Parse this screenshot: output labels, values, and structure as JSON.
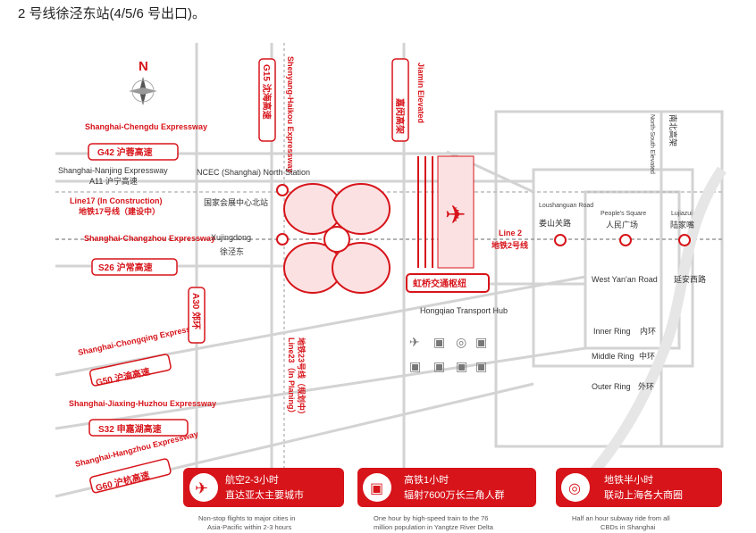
{
  "caption": "2 号线徐泾东站(4/5/6 号出口)。",
  "north": "N",
  "roads": {
    "g42_en": "Shanghai-Chengdu Expressway",
    "g42_badge": "G42 沪蓉高速",
    "a11_en": "Shanghai-Nanjing Expressway",
    "a11_cn": "A11 沪宁高速",
    "line17_en": "Line17 (In Construction)",
    "line17_cn": "地铁17号线（建设中）",
    "s26_en": "Shanghai-Changzhou Expressway",
    "s26_badge": "S26 沪常高速",
    "g50_en": "Shanghai-Chongqing Expressway",
    "g50_badge": "G50 沪渝高速",
    "s32_en": "Shanghai-Jiaxing-Huzhou Expressway",
    "s32_badge": "S32 申嘉湖高速",
    "g60_en": "Shanghai-Hangzhou Expressway",
    "g60_badge": "G60 沪杭高速",
    "a30": "A30 郊环",
    "g15": "G15 沈海高速",
    "g15_en": "Shenyang-Haikou Expressway",
    "line23": "Line23（In Planing）",
    "line23_cn": "地铁23号线（规划中）",
    "jiamin_en": "Jiamin Elevated",
    "jiamin_cn": "嘉闵高架",
    "ns_en": "North-South Elevated",
    "ns_cn": "南北高架",
    "line2_en": "Line 2",
    "line2_cn": "地铁2号线",
    "west_yanan_en": "West Yan'an Road",
    "west_yanan_cn": "延安西路",
    "inner_en": "Inner Ring",
    "inner_cn": "内环",
    "middle_en": "Middle Ring",
    "middle_cn": "中环",
    "outer_en": "Outer Ring",
    "outer_cn": "外环"
  },
  "places": {
    "ncec_en": "NCEC (Shanghai) North Station",
    "ncec_cn": "国家会展中心北站",
    "xujingdong_en": "Xujingdong",
    "xujingdong_cn": "徐泾东",
    "hub_cn": "虹桥交通枢纽",
    "hub_en": "Hongqiao Transport Hub",
    "loushanguan_en": "Loushanguan Road",
    "loushanguan_cn": "娄山关路",
    "peoples_en": "People's Square",
    "peoples_cn": "人民广场",
    "lujiazui_en": "Lujiazui",
    "lujiazui_cn": "陆家嘴"
  },
  "banners": [
    {
      "cn1": "航空2-3小时",
      "cn2": "直达亚太主要城市",
      "en1": "Non-stop flights to major cities in",
      "en2": "Asia-Pacific within 2-3 hours",
      "icon": "plane-icon"
    },
    {
      "cn1": "高铁1小时",
      "cn2": "辐射7600万长三角人群",
      "en1": "One hour by high-speed train to the 76",
      "en2": "million population in Yangtze River Delta",
      "icon": "train-icon"
    },
    {
      "cn1": "地铁半小时",
      "cn2": "联动上海各大商圈",
      "en1": "Half an hour subway ride from all",
      "en2": "CBDs in Shanghai",
      "icon": "metro-icon"
    }
  ],
  "colors": {
    "accent": "#d7141a",
    "road": "#d3d3d3"
  }
}
